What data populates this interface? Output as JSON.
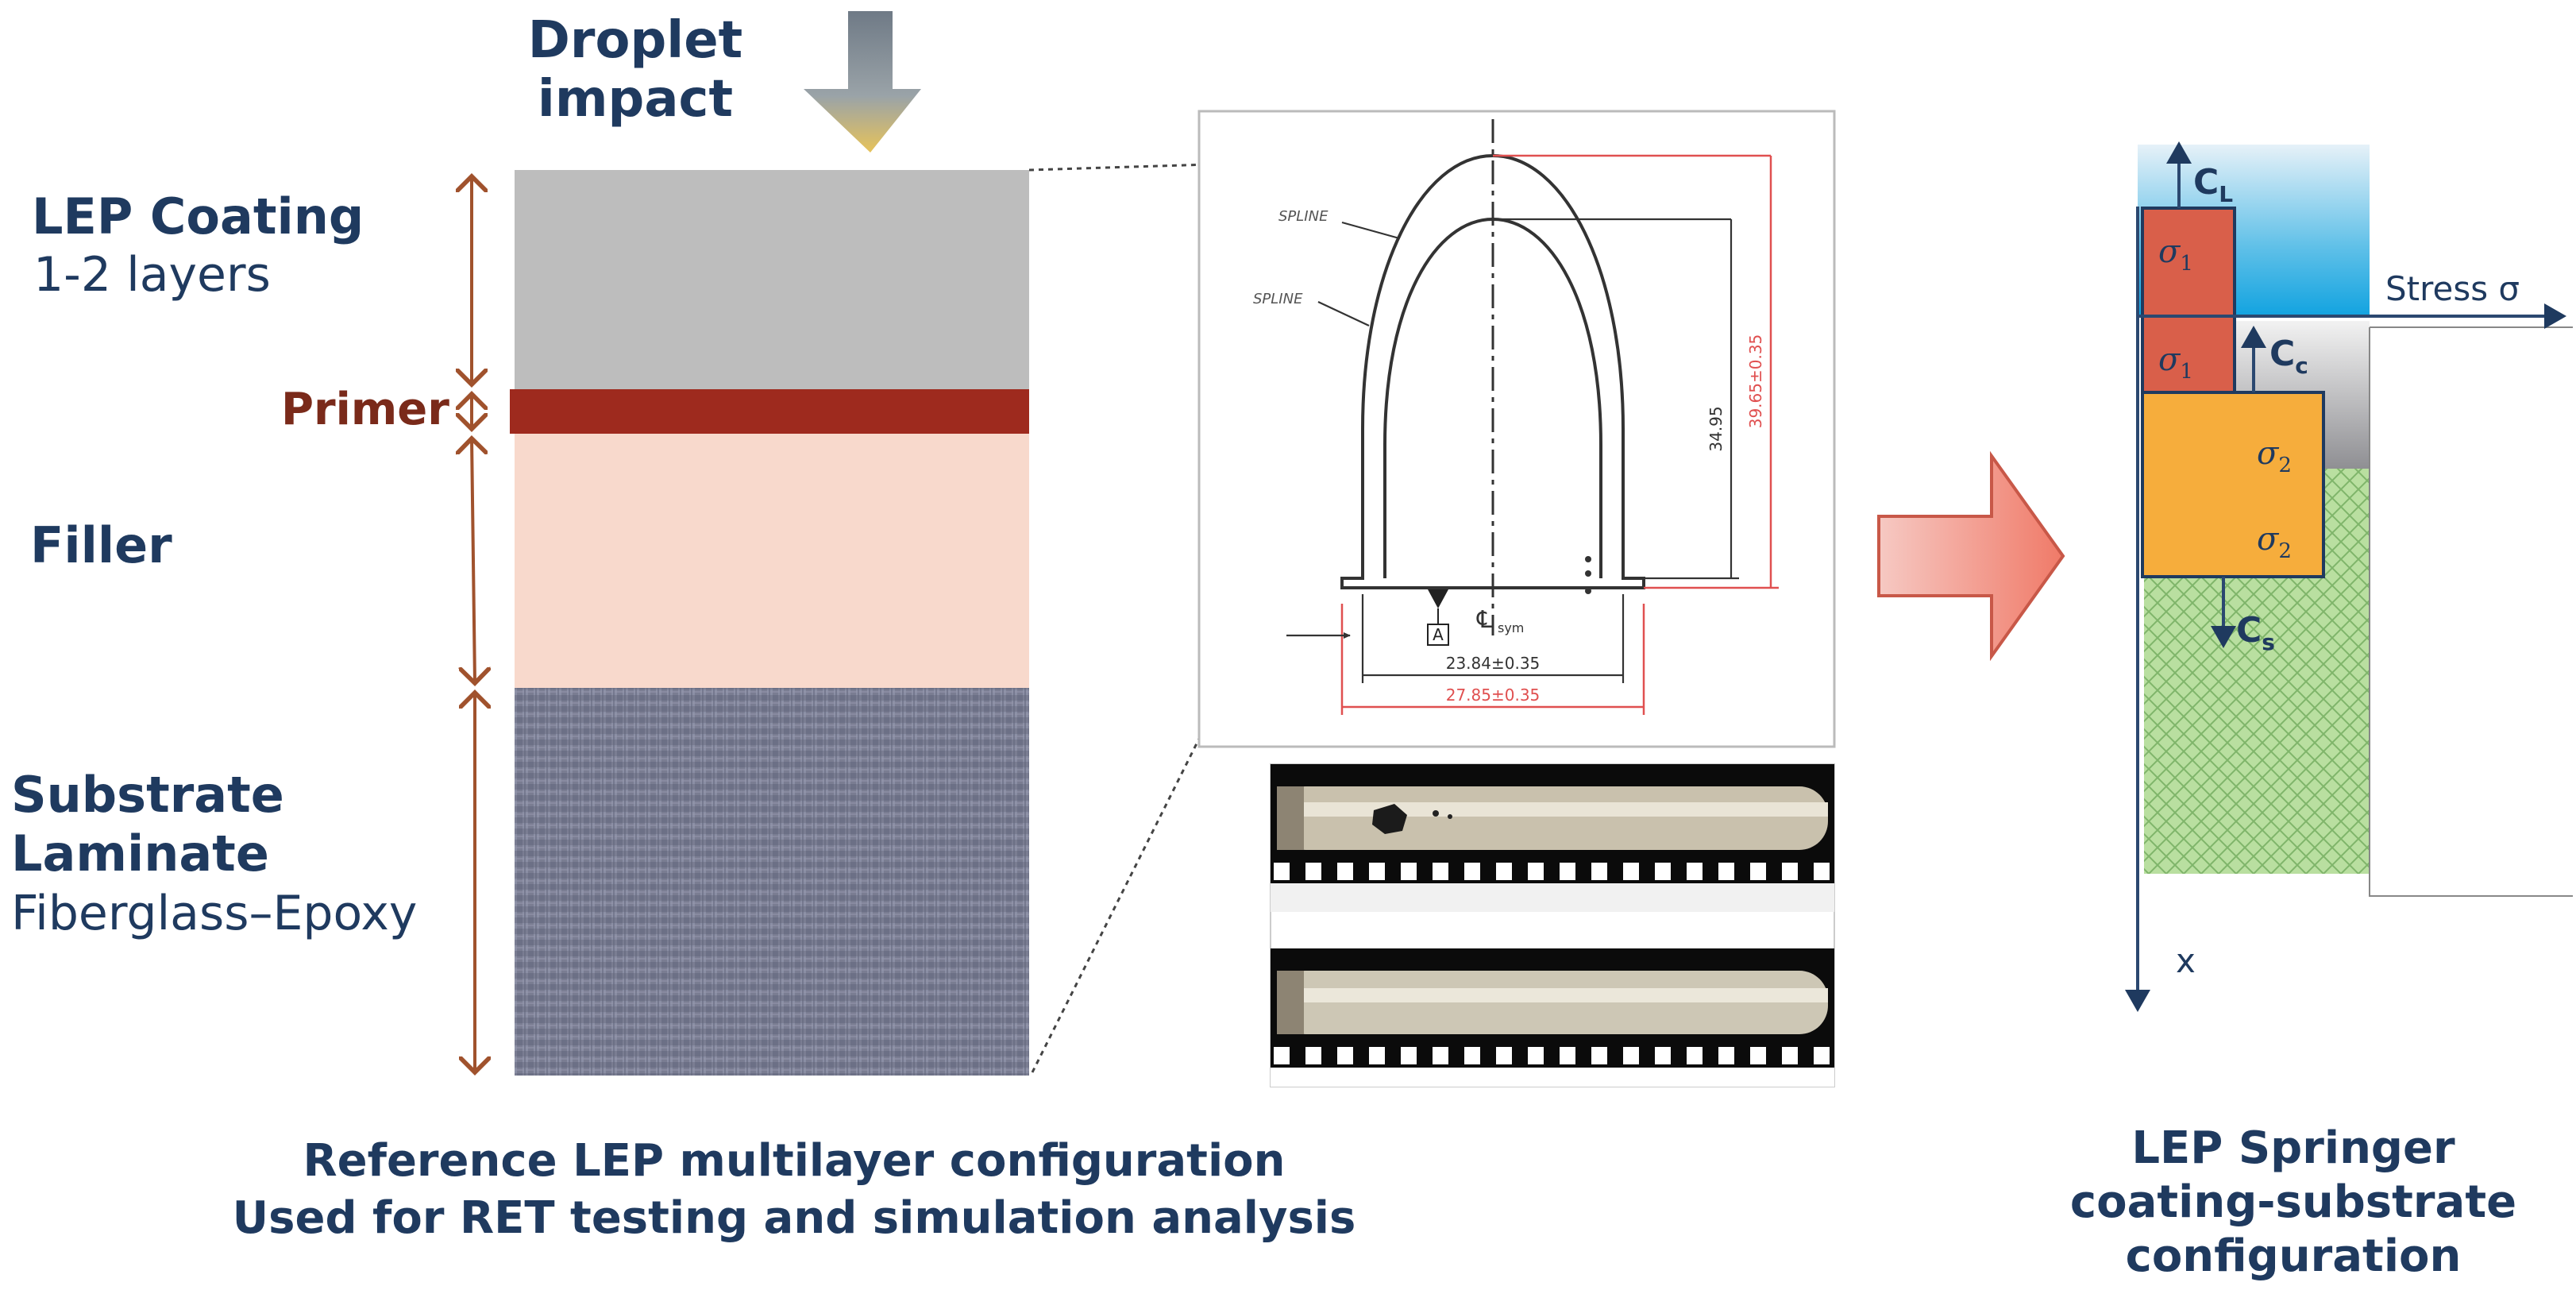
{
  "impact": {
    "line1": "Droplet",
    "line2": "impact"
  },
  "layers": {
    "lep": {
      "title": "LEP Coating",
      "sub": "1-2 layers"
    },
    "primer": {
      "title": "Primer"
    },
    "filler": {
      "title": "Filler"
    },
    "substrate": {
      "title1": "Substrate",
      "title2": "Laminate",
      "sub": "Fiberglass–Epoxy"
    }
  },
  "drawing": {
    "spline1": "SPLINE",
    "spline2": "SPLINE",
    "dim_height_inner": "34.95",
    "dim_height_outer": "39.65±0.35",
    "dim_width_inner": "23.84±0.35",
    "dim_width_outer": "27.85±0.35",
    "sym": "℄",
    "sym_sub": "sym",
    "datum": "A"
  },
  "stress": {
    "cl": "C",
    "cl_sub": "L",
    "cc": "C",
    "cc_sub": "c",
    "cs": "C",
    "cs_sub": "s",
    "sigma1": "σ",
    "sigma1_sub": "1",
    "sigma1b": "σ",
    "sigma1b_sub": "1",
    "sigma2": "σ",
    "sigma2_sub": "2",
    "sigma2b": "σ",
    "sigma2b_sub": "2",
    "axis_label": "Stress σ",
    "x_label": "x"
  },
  "captions": {
    "left1": "Reference LEP multilayer configuration",
    "left2": "Used for RET testing and simulation analysis",
    "right1": "LEP Springer",
    "right2": "coating-substrate",
    "right3": "configuration"
  }
}
